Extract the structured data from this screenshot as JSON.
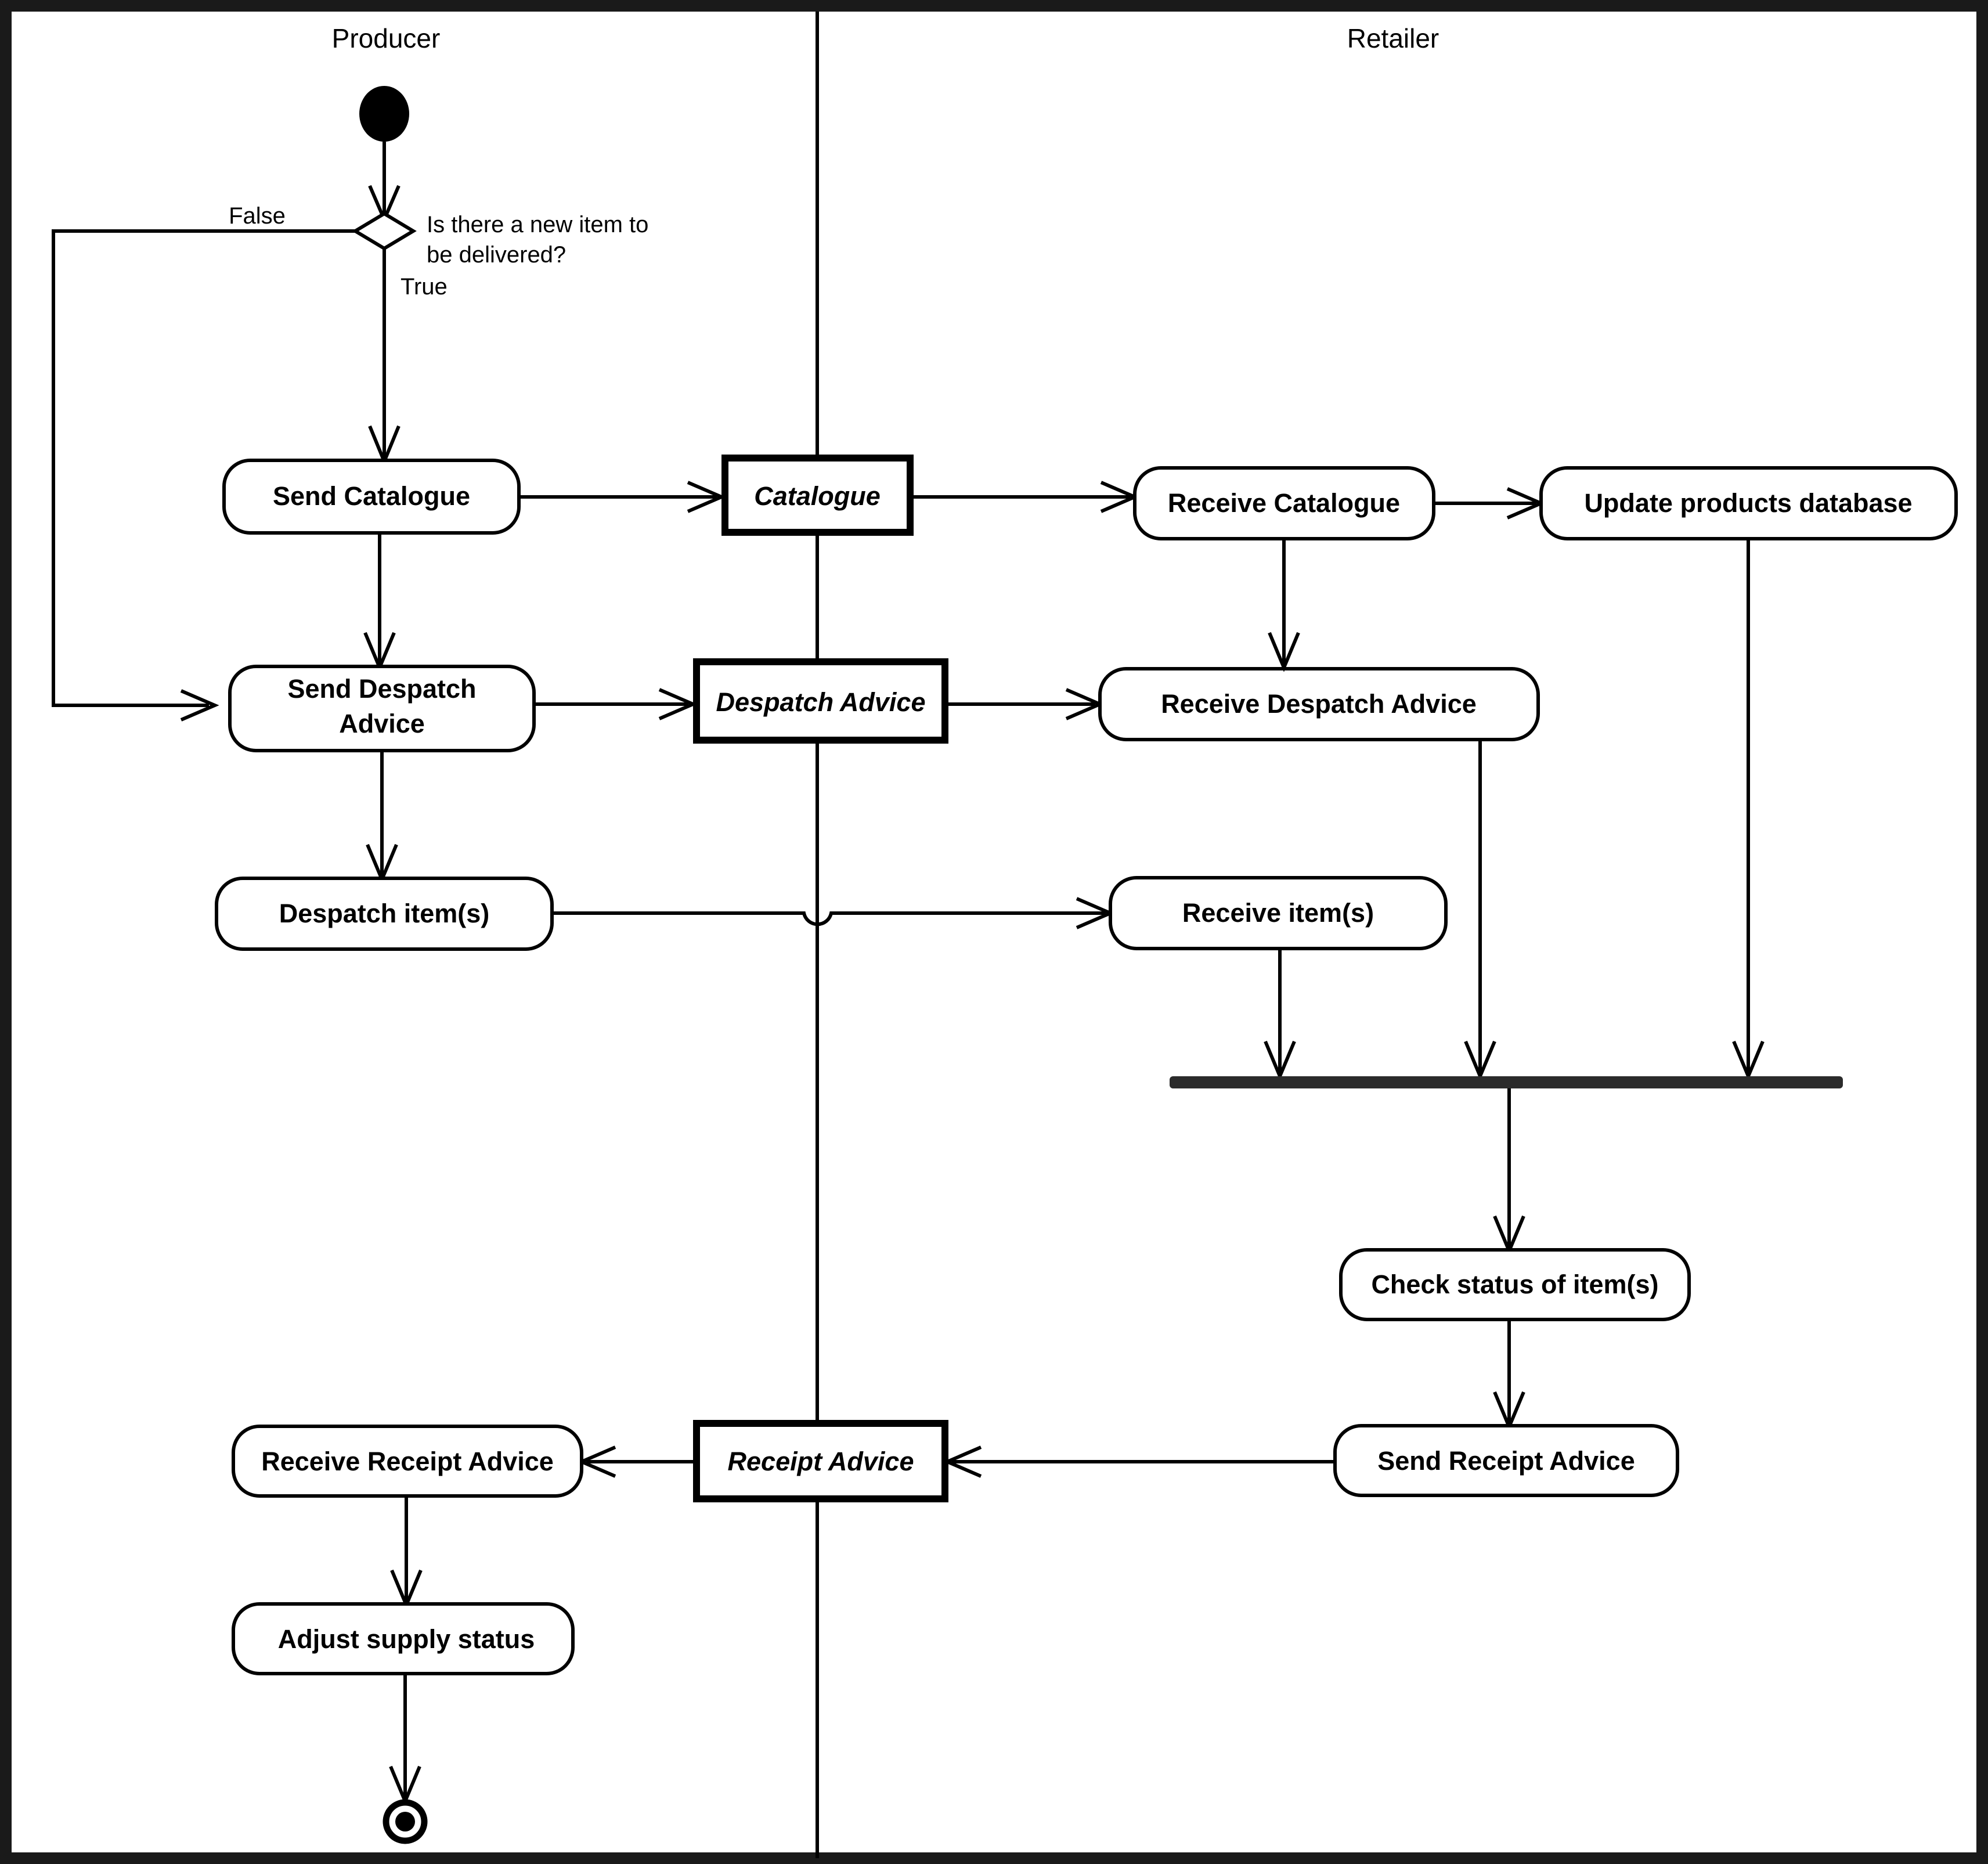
{
  "diagram": {
    "kind": "uml-activity-diagram",
    "title_visible": false,
    "lanes": [
      {
        "id": "producer",
        "title": "Producer"
      },
      {
        "id": "retailer",
        "title": "Retailer"
      }
    ],
    "initial_node": {
      "name": "start"
    },
    "final_node": {
      "name": "end"
    },
    "decision": {
      "question": "Is there a new item to be delivered?",
      "branch_false": "False",
      "branch_true": "True"
    },
    "activities": [
      {
        "id": "send-catalogue",
        "label": "Send Catalogue",
        "lane": "producer"
      },
      {
        "id": "send-despatch-advice",
        "label": "Send Despatch Advice",
        "lane": "producer"
      },
      {
        "id": "despatch-items",
        "label": "Despatch item(s)",
        "lane": "producer"
      },
      {
        "id": "receive-receipt-advice",
        "label": "Receive Receipt Advice",
        "lane": "producer"
      },
      {
        "id": "adjust-supply-status",
        "label": "Adjust supply status",
        "lane": "producer"
      },
      {
        "id": "receive-catalogue",
        "label": "Receive Catalogue",
        "lane": "retailer"
      },
      {
        "id": "update-products-database",
        "label": "Update products database",
        "lane": "retailer"
      },
      {
        "id": "receive-despatch-advice",
        "label": "Receive Despatch Advice",
        "lane": "retailer"
      },
      {
        "id": "receive-items",
        "label": "Receive item(s)",
        "lane": "retailer"
      },
      {
        "id": "check-status-of-items",
        "label": "Check status of item(s)",
        "lane": "retailer"
      },
      {
        "id": "send-receipt-advice",
        "label": "Send Receipt Advice",
        "lane": "retailer"
      }
    ],
    "objects": [
      {
        "id": "catalogue",
        "label": "Catalogue"
      },
      {
        "id": "despatch-advice",
        "label": "Despatch Advice"
      },
      {
        "id": "receipt-advice",
        "label": "Receipt Advice"
      }
    ],
    "labels": {
      "send_catalogue": "Send Catalogue",
      "send_despatch_advice_line1": "Send Despatch",
      "send_despatch_advice_line2": "Advice",
      "despatch_items": "Despatch item(s)",
      "receive_receipt_advice": "Receive Receipt Advice",
      "adjust_supply_status": "Adjust supply status",
      "receive_catalogue": "Receive Catalogue",
      "update_products_database": "Update products database",
      "receive_despatch_advice": "Receive Despatch Advice",
      "receive_items": "Receive item(s)",
      "check_status_of_items": "Check status of item(s)",
      "send_receipt_advice": "Send Receipt Advice",
      "catalogue": "Catalogue",
      "despatch_advice": "Despatch Advice",
      "receipt_advice": "Receipt Advice",
      "question_line1": "Is there a new item to",
      "question_line2": "be delivered?",
      "guard_false": "False",
      "guard_true": "True",
      "lane_producer": "Producer",
      "lane_retailer": "Retailer"
    },
    "colors": {
      "frame": "#1a1a1a",
      "stroke": "#000000",
      "fill": "#ffffff",
      "join_bar": "#2b2b2b"
    },
    "join_node": {
      "name": "join-bar",
      "incoming": 3,
      "outgoing": 1
    }
  }
}
